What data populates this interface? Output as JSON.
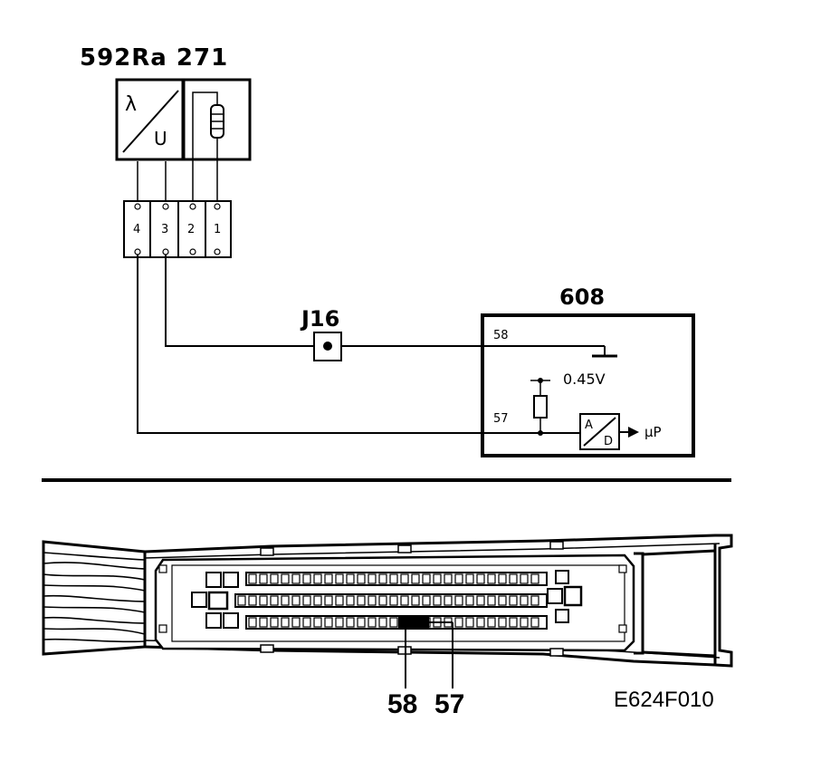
{
  "components": {
    "sensor_label": "592Ra 271",
    "sensor_lambda_symbol": "λ",
    "sensor_u_symbol": "U",
    "connector_pins": [
      "4",
      "3",
      "2",
      "1"
    ],
    "junction_label": "J16",
    "ecu_label": "608",
    "ecu_pin_58": "58",
    "ecu_pin_57": "57",
    "ecu_reference_voltage": "0.45V",
    "adc_a": "A",
    "adc_d": "D",
    "microprocessor": "µP"
  },
  "connector_view": {
    "pin_callouts": [
      "58",
      "57"
    ]
  },
  "figure_code": "E624F010"
}
